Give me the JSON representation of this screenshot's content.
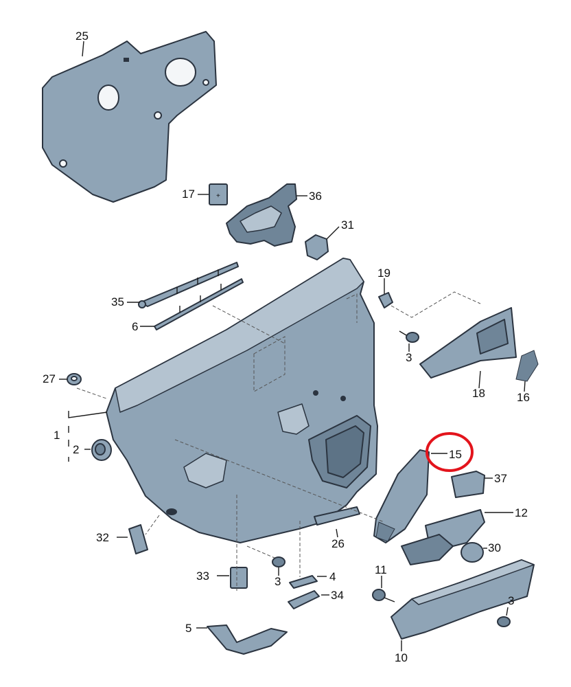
{
  "callouts": {
    "c1": "1",
    "c2": "2",
    "c3a": "3",
    "c3b": "3",
    "c3c": "3",
    "c4": "4",
    "c5": "5",
    "c6": "6",
    "c10": "10",
    "c11": "11",
    "c12": "12",
    "c15": "15",
    "c16": "16",
    "c17": "17",
    "c18": "18",
    "c19": "19",
    "c25": "25",
    "c26": "26",
    "c27": "27",
    "c30": "30",
    "c31": "31",
    "c32": "32",
    "c33": "33",
    "c34": "34",
    "c35": "35",
    "c36": "36",
    "c37": "37"
  },
  "highlighted_callout": "15",
  "colors": {
    "part_fill": "#8fa4b6",
    "outline": "#2b3440",
    "highlight": "#e3141c"
  }
}
